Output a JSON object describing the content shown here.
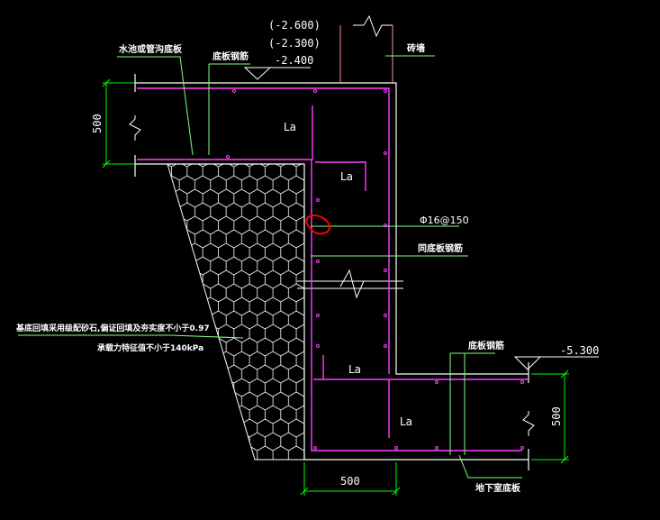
{
  "elevations": {
    "e1": "(-2.600)",
    "e2": "(-2.300)",
    "e3": "-2.400",
    "e4": "-5.300"
  },
  "labels": {
    "water_pit": "水池或管沟底板",
    "slab_rebar_top": "底板钢筋",
    "brick_wall": "砖墙",
    "bar_spec": "Φ16@150",
    "same_as_slab": "同底板钢筋",
    "slab_rebar_bottom": "底板钢筋",
    "basement_slab": "地下室底板",
    "backfill_note_1": "基底回填采用级配砂石,偏证回填及夯实度不小于0.97",
    "backfill_note_2": "承载力特征值不小于140kPa"
  },
  "anchorage": {
    "la1": "La",
    "la2": "La",
    "la3": "La",
    "la4": "La"
  },
  "dimensions": {
    "left_height": "500",
    "right_height": "500",
    "bottom_width": "500"
  },
  "colors": {
    "background": "#000000",
    "structure": "#ffffff",
    "rebar": "#ff40ff",
    "dimension": "#00ff00",
    "leader": "#80ff80",
    "wall": "#ff9090",
    "highlight": "#ff0000"
  }
}
